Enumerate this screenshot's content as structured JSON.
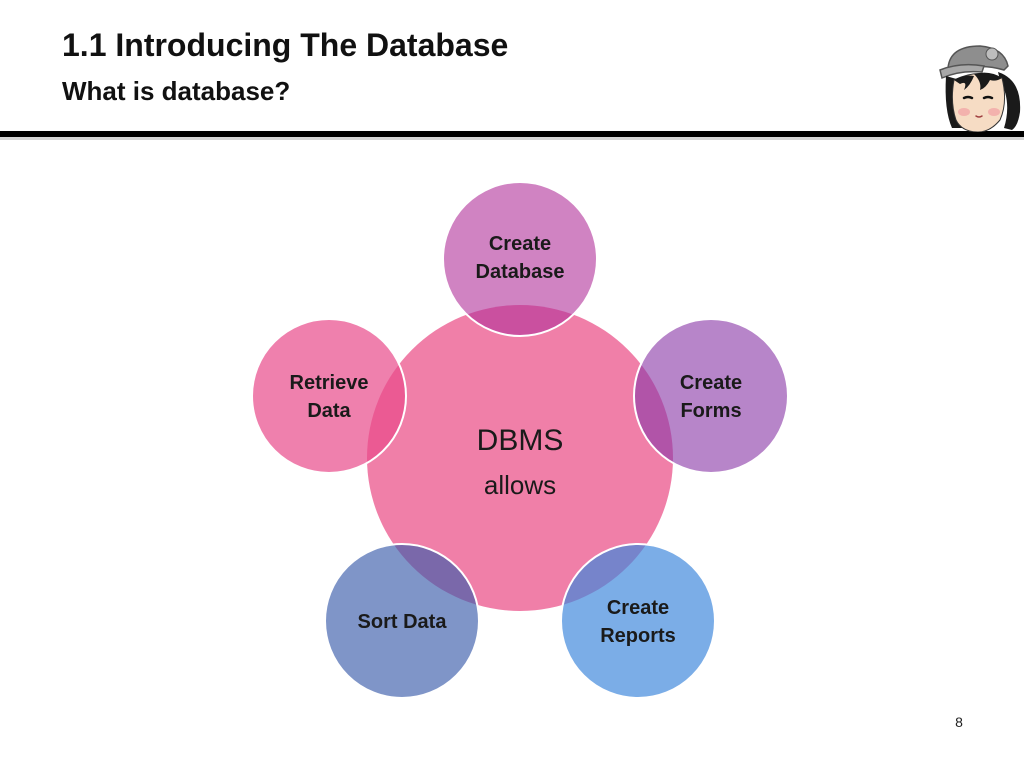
{
  "slide": {
    "title": "1.1 Introducing The Database",
    "subtitle": "What is database?",
    "page_number": "8"
  },
  "diagram": {
    "center": {
      "line1": "DBMS",
      "line2": "allows",
      "color": "#f07fa8"
    },
    "nodes": [
      {
        "line1": "Create",
        "line2": "Database",
        "color": "#cd80c0"
      },
      {
        "line1": "Create",
        "line2": "Forms",
        "color": "#b183c4"
      },
      {
        "line1": "Create",
        "line2": "Reports",
        "color": "#7caee6"
      },
      {
        "line1": "Sort Data",
        "line2": "",
        "color": "#7f9ccf"
      },
      {
        "line1": "Retrieve",
        "line2": "Data",
        "color": "#f07fa8"
      }
    ]
  },
  "colors": {
    "header_rule": "#000000",
    "text": "#111111",
    "node_stroke": "#ffffff"
  },
  "icons": {
    "avatar": "cartoon-girl-with-cap-icon"
  }
}
